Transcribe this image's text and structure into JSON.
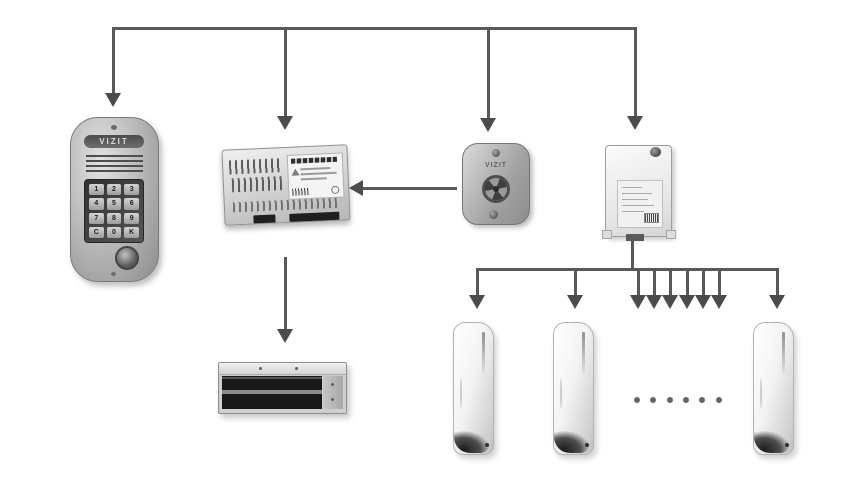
{
  "diagram": {
    "background": "#ffffff",
    "wire_color": "#58595b",
    "arrow_color": "#4b4b4d",
    "handset_count": 3,
    "ellipsis_dot_count": 6
  },
  "devices": {
    "entry_panel": {
      "brand": "VIZIT",
      "keypad": [
        "1",
        "2",
        "3",
        "4",
        "5",
        "6",
        "7",
        "8",
        "9",
        "C",
        "0",
        "K"
      ]
    },
    "key_reader": {
      "brand": "VIZIT"
    }
  }
}
